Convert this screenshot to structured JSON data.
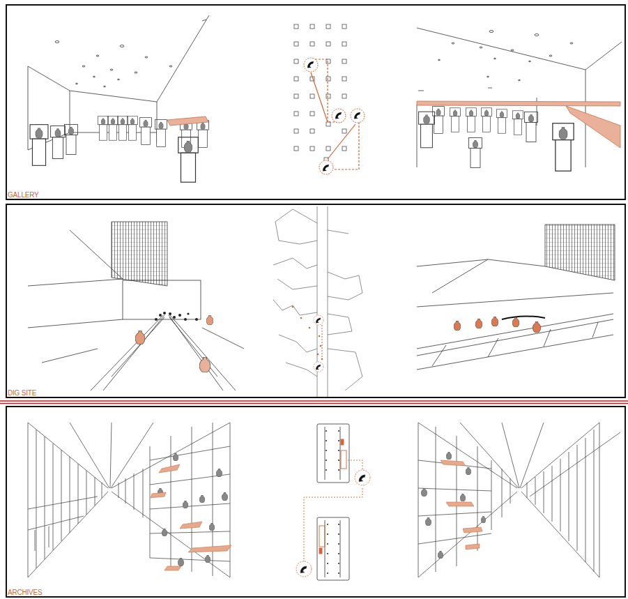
{
  "diagram": {
    "nodes": [
      {
        "text": [
          "GALLERY"
        ]
      },
      {
        "text": [
          "DIG SITE"
        ]
      },
      {
        "text": [
          "ARCHIVES"
        ]
      }
    ]
  }
}
